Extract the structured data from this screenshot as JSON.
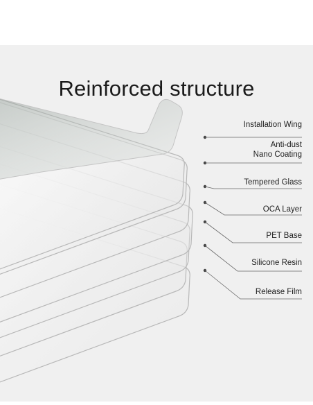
{
  "title": "Reinforced structure",
  "layers": [
    {
      "label_lines": [
        "Installation Wing"
      ]
    },
    {
      "label_lines": [
        "Anti-dust",
        "Nano Coating"
      ]
    },
    {
      "label_lines": [
        "Tempered Glass"
      ]
    },
    {
      "label_lines": [
        "OCA Layer"
      ]
    },
    {
      "label_lines": [
        "PET Base"
      ]
    },
    {
      "label_lines": [
        "Silicone Resin"
      ]
    },
    {
      "label_lines": [
        "Release Film"
      ]
    }
  ],
  "colors": {
    "background": "#f0f0f0",
    "title": "#1a1a1a",
    "label": "#222222",
    "leader": "#666666",
    "sheet_edge": "#b8b8b8"
  }
}
